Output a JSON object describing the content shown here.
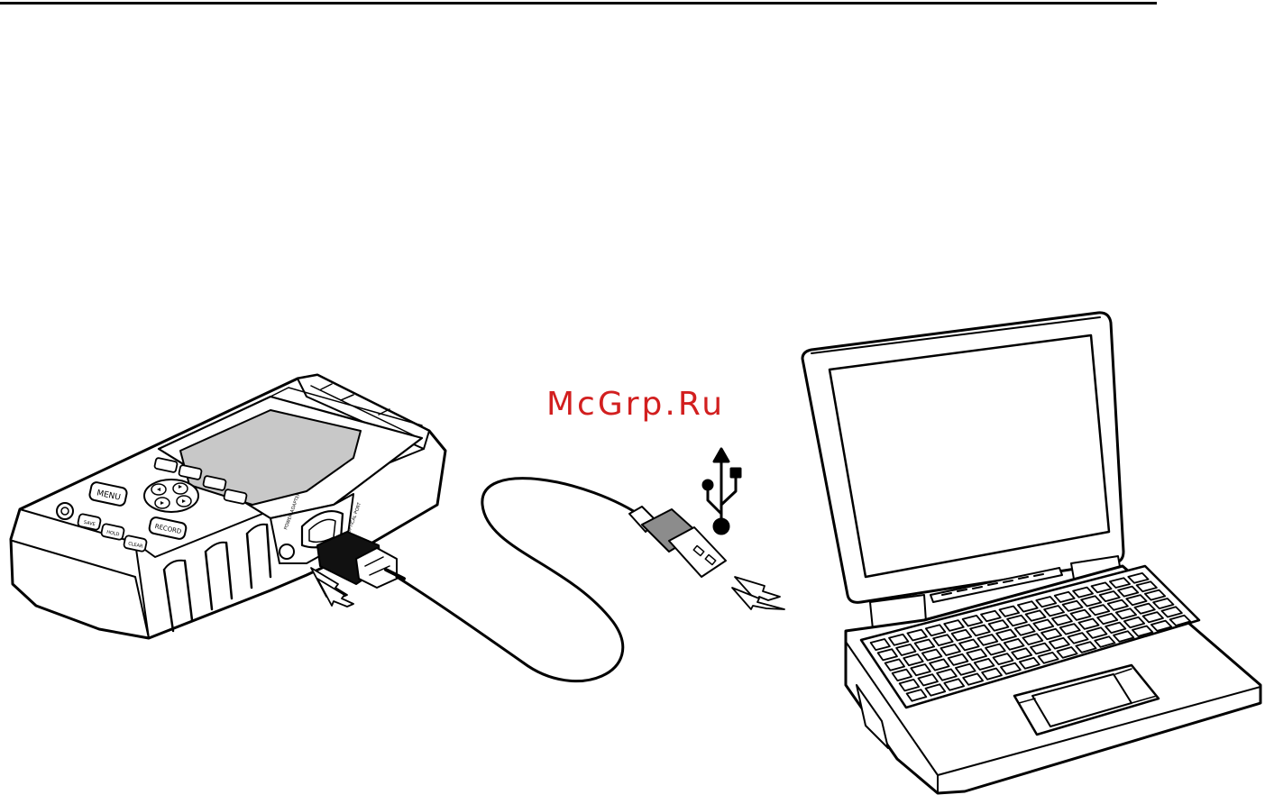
{
  "watermark": {
    "text": "McGrp.Ru",
    "color": "#d21f1f"
  },
  "device": {
    "keys": {
      "menu": "MENU",
      "record": "RECORD",
      "save": "SAVE",
      "hold": "HOLD",
      "clear": "CLEAR"
    },
    "ports": {
      "optical": "OPTICAL PORT",
      "power": "POWER ADAPTER"
    }
  },
  "icons": {
    "usb": "usb-symbol-icon",
    "insert_arrow": "insert-arrow-icon",
    "connect_arrow": "connect-arrow-icon"
  },
  "colors": {
    "line": "#000000",
    "background": "#ffffff",
    "screen": "#c8c8c8",
    "connector": "#8c8c8c"
  }
}
